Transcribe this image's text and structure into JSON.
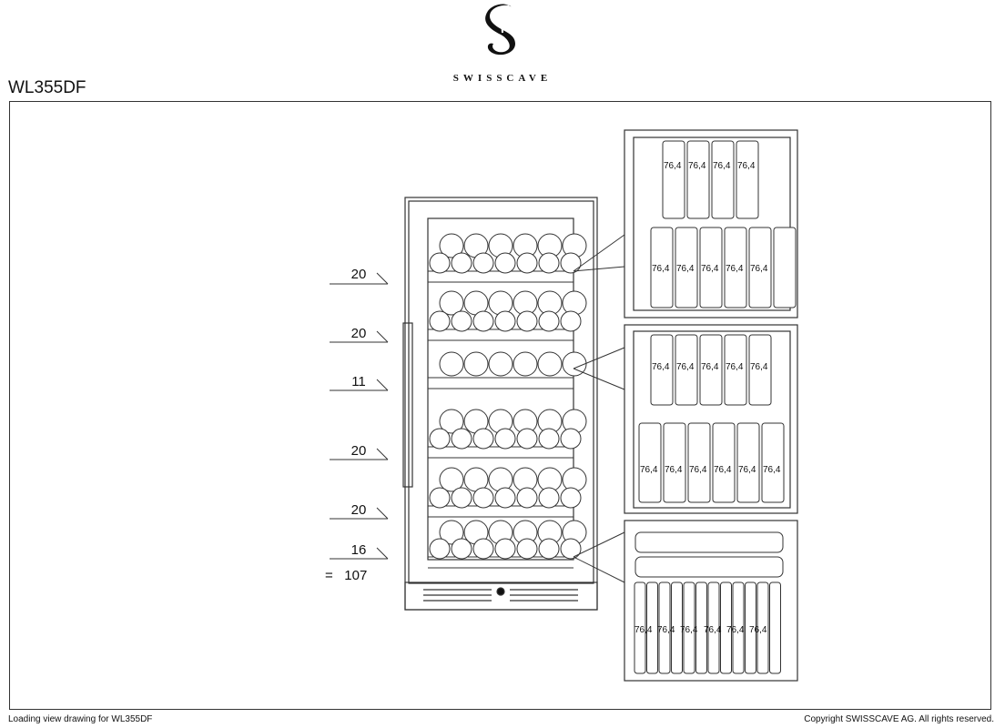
{
  "header": {
    "brand": "SWISSCAVE",
    "model": "WL355DF"
  },
  "shelves": [
    {
      "count": "20"
    },
    {
      "count": "20"
    },
    {
      "count": "11"
    },
    {
      "count": "20"
    },
    {
      "count": "20"
    },
    {
      "count": "16"
    }
  ],
  "total": {
    "symbol": "=",
    "value": "107"
  },
  "bottle_width_label": "76,4",
  "footer": {
    "left": "Loading view drawing for WL355DF",
    "right": "Copyright SWISSCAVE AG. All rights reserved."
  },
  "colors": {
    "line": "#333333",
    "fill": "#ffffff",
    "text": "#111111"
  }
}
